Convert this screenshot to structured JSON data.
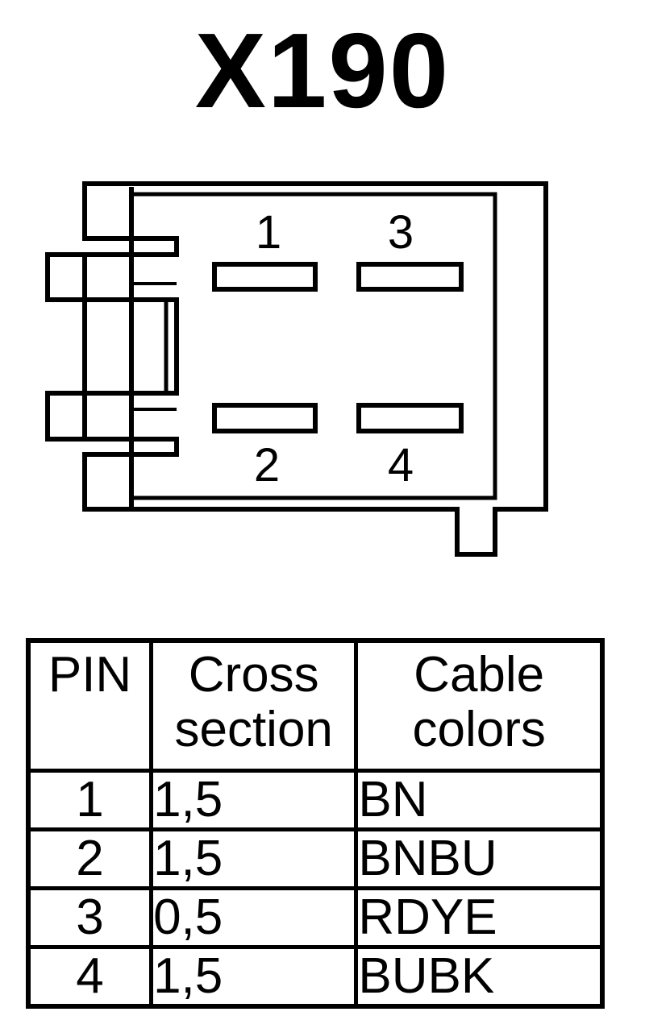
{
  "title": "X190",
  "connector": {
    "pins": [
      {
        "label": "1"
      },
      {
        "label": "3"
      },
      {
        "label": "2"
      },
      {
        "label": "4"
      }
    ]
  },
  "table": {
    "headers": {
      "pin": "PIN",
      "cross_section_line1": "Cross",
      "cross_section_line2": "section",
      "cable_colors_line1": "Cable",
      "cable_colors_line2": "colors"
    },
    "rows": [
      {
        "pin": "1",
        "cross_section": "1,5",
        "cable_colors": "BN"
      },
      {
        "pin": "2",
        "cross_section": "1,5",
        "cable_colors": "BNBU"
      },
      {
        "pin": "3",
        "cross_section": "0,5",
        "cable_colors": "RDYE"
      },
      {
        "pin": "4",
        "cross_section": "1,5",
        "cable_colors": "BUBK"
      }
    ]
  }
}
